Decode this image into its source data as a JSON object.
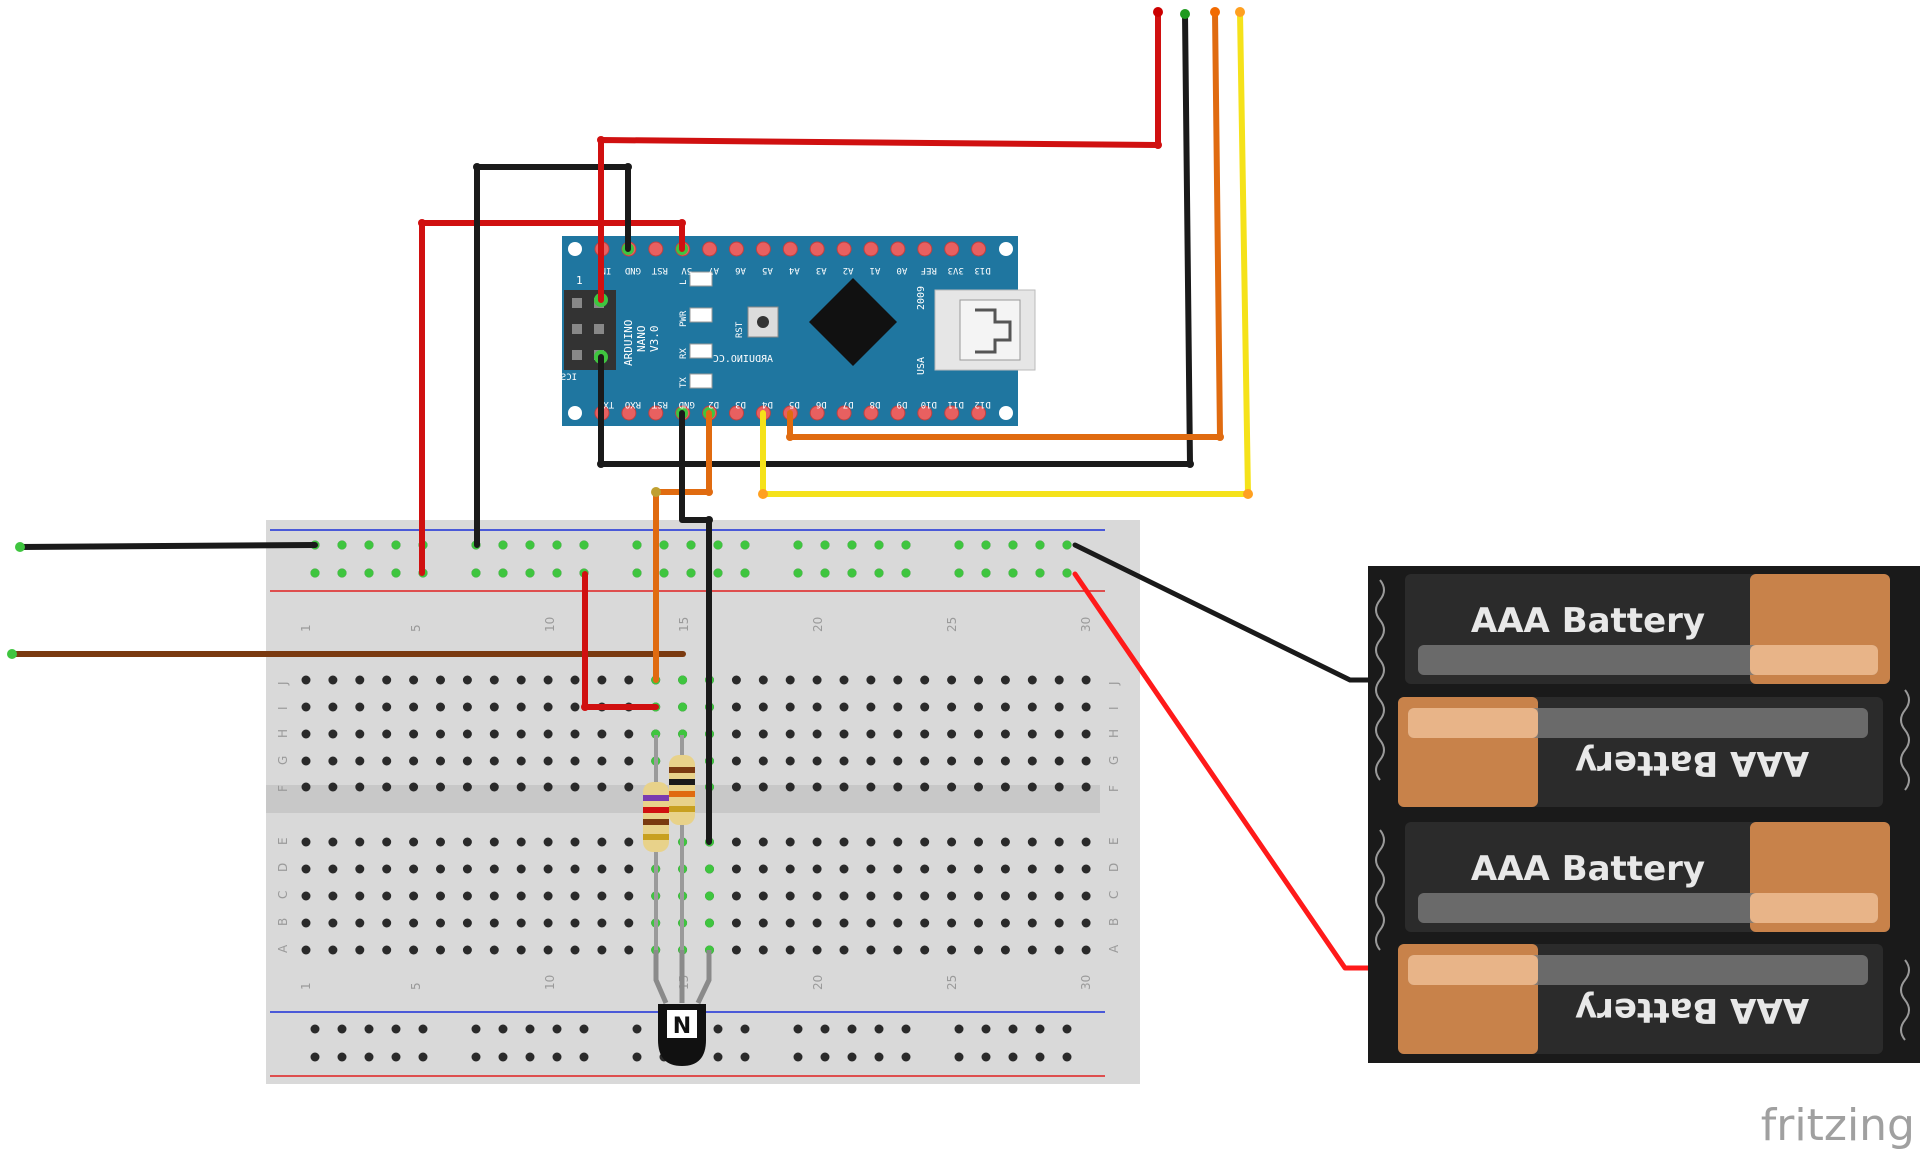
{
  "arduino": {
    "top_pins": [
      "IN",
      "GND",
      "RST",
      "5V",
      "A7",
      "A6",
      "A5",
      "A4",
      "A3",
      "A2",
      "A1",
      "A0",
      "REF",
      "3V3",
      "D13"
    ],
    "bottom_pins": [
      "TX1",
      "RXO",
      "RST",
      "GND",
      "D2",
      "D3",
      "D4",
      "D5",
      "D6",
      "D7",
      "D8",
      "D9",
      "D10",
      "D11",
      "D12"
    ],
    "name_line1": "ARDUINO",
    "name_line2": "NANO",
    "name_line3": "V3.0",
    "site": "ARDUINO.CC",
    "year": "2009",
    "country": "USA",
    "led_l": "L",
    "led_pwr": "PWR",
    "led_rx": "RX",
    "led_tx": "TX",
    "rst_label": "RST",
    "icsp": "ICSP",
    "one": "1",
    "board_color": "#1f76a0"
  },
  "breadboard": {
    "column_numbers": [
      "1",
      "5",
      "10",
      "15",
      "20",
      "25",
      "30"
    ],
    "row_letters_top": [
      "J",
      "I",
      "H",
      "G",
      "F"
    ],
    "row_letters_bottom": [
      "E",
      "D",
      "C",
      "B",
      "A"
    ]
  },
  "battery": {
    "cells": [
      "AAA Battery",
      "AAA Battery",
      "AAA Battery",
      "AAA Battery"
    ]
  },
  "transistor": {
    "mark": "N"
  },
  "logo": "fritzing",
  "colors": {
    "wire_red": "#d01010",
    "wire_black": "#1a1a1a",
    "wire_orange": "#e06b10",
    "wire_yellow": "#f5e21a",
    "wire_brown": "#7a3a10",
    "battery_wire_red": "#ff1a1a",
    "highlight_green": "#3fc53f"
  }
}
